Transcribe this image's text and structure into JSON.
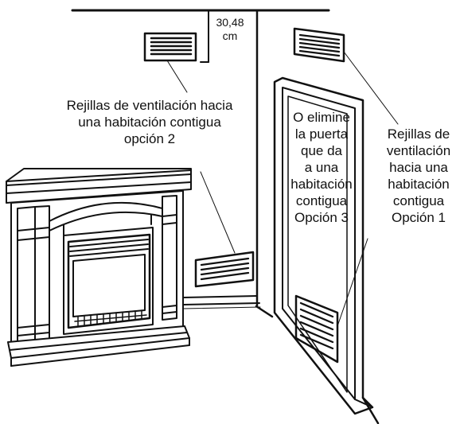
{
  "labels": {
    "distance": [
      "30,48",
      "cm"
    ],
    "option2": [
      "Rejillas de ventilación hacia",
      "una habitación contigua",
      "opción 2"
    ],
    "option3": [
      "O elimine",
      "la puerta",
      "que da",
      "a una",
      "habitación",
      "contigua",
      "Opción 3"
    ],
    "option1": [
      "Rejillas de",
      "ventilación",
      "hacia una",
      "habitación",
      "contigua",
      "Opción 1"
    ]
  },
  "icons": [
    "fireplace-mantel-icon",
    "wall-vent-grille-icon",
    "door-icon"
  ]
}
